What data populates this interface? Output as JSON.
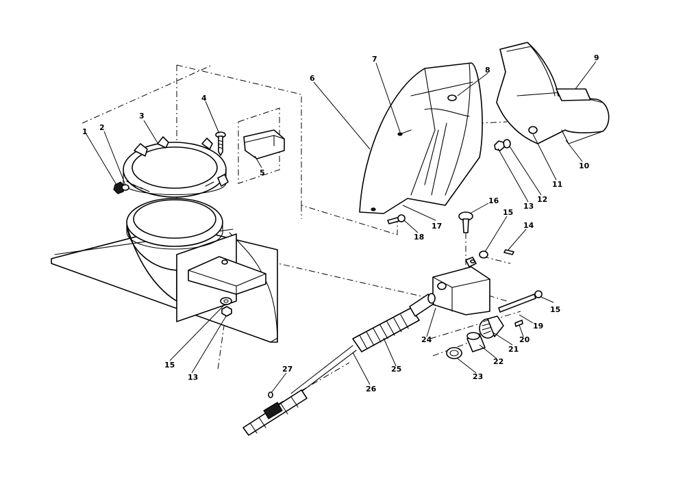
{
  "diagram": {
    "callouts": [
      {
        "id": "c1",
        "label": "1"
      },
      {
        "id": "c2",
        "label": "2"
      },
      {
        "id": "c3",
        "label": "3"
      },
      {
        "id": "c4",
        "label": "4"
      },
      {
        "id": "c5",
        "label": "5"
      },
      {
        "id": "c6",
        "label": "6"
      },
      {
        "id": "c7",
        "label": "7"
      },
      {
        "id": "c8",
        "label": "8"
      },
      {
        "id": "c9",
        "label": "9"
      },
      {
        "id": "c10",
        "label": "10"
      },
      {
        "id": "c11",
        "label": "11"
      },
      {
        "id": "c12",
        "label": "12"
      },
      {
        "id": "c13a",
        "label": "13"
      },
      {
        "id": "c14",
        "label": "14"
      },
      {
        "id": "c15a",
        "label": "15"
      },
      {
        "id": "c15b",
        "label": "15"
      },
      {
        "id": "c16",
        "label": "16"
      },
      {
        "id": "c17",
        "label": "17"
      },
      {
        "id": "c18",
        "label": "18"
      },
      {
        "id": "c19",
        "label": "19"
      },
      {
        "id": "c20",
        "label": "20"
      },
      {
        "id": "c21",
        "label": "21"
      },
      {
        "id": "c22",
        "label": "22"
      },
      {
        "id": "c23",
        "label": "23"
      },
      {
        "id": "c24",
        "label": "24"
      },
      {
        "id": "c25",
        "label": "25"
      },
      {
        "id": "c26",
        "label": "26"
      },
      {
        "id": "c27",
        "label": "27"
      },
      {
        "id": "c15c",
        "label": "15"
      },
      {
        "id": "c13b",
        "label": "13"
      }
    ]
  }
}
